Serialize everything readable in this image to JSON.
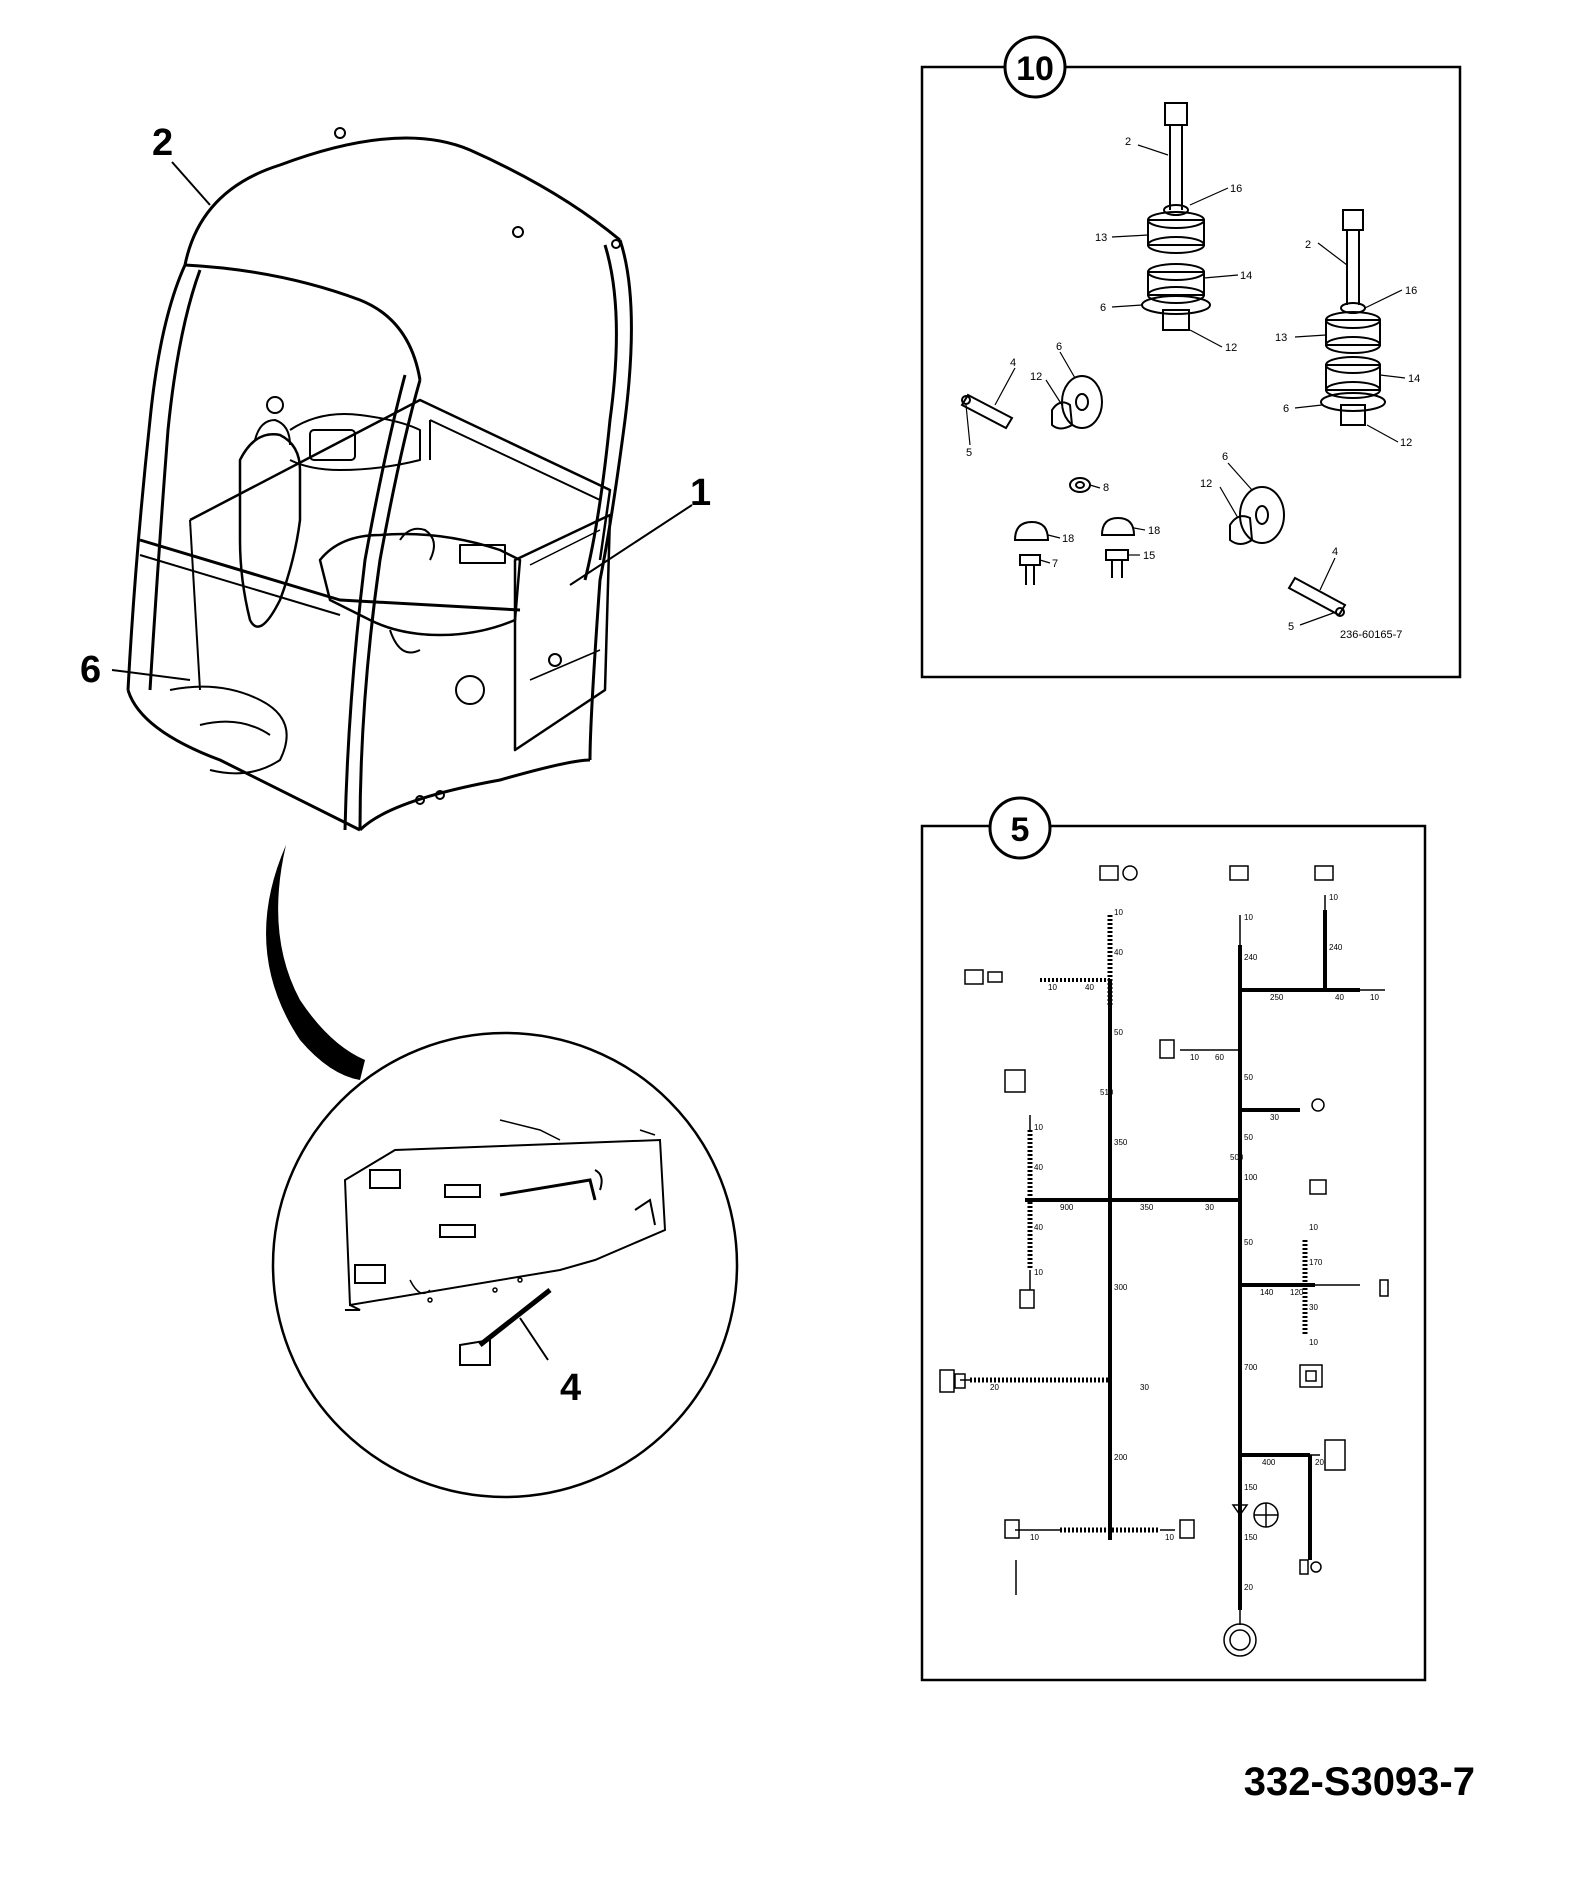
{
  "drawing_number": "332-S3093-7",
  "main_callouts": [
    "1",
    "2",
    "4",
    "6"
  ],
  "inset_mounts": {
    "badge": "10",
    "ref_code": "236-60165-7",
    "labels": [
      "2",
      "16",
      "13",
      "14",
      "6",
      "12",
      "2",
      "16",
      "13",
      "14",
      "6",
      "12",
      "4",
      "6",
      "12",
      "5",
      "8",
      "6",
      "12",
      "18",
      "7",
      "18",
      "15",
      "4",
      "5"
    ]
  },
  "inset_harness": {
    "badge": "5",
    "labels": [
      "10",
      "40",
      "10",
      "40",
      "50",
      "510",
      "350",
      "500",
      "350",
      "30",
      "40",
      "10",
      "40",
      "10",
      "900",
      "300",
      "200",
      "10",
      "240",
      "10",
      "240",
      "250",
      "40",
      "10",
      "60",
      "10",
      "50",
      "30",
      "50",
      "100",
      "30",
      "50",
      "140",
      "700",
      "400",
      "150",
      "150",
      "20",
      "10",
      "170",
      "120",
      "30",
      "10",
      "20",
      "20",
      "10",
      "10"
    ]
  },
  "colors": {
    "line": "#000000",
    "background": "#ffffff"
  }
}
